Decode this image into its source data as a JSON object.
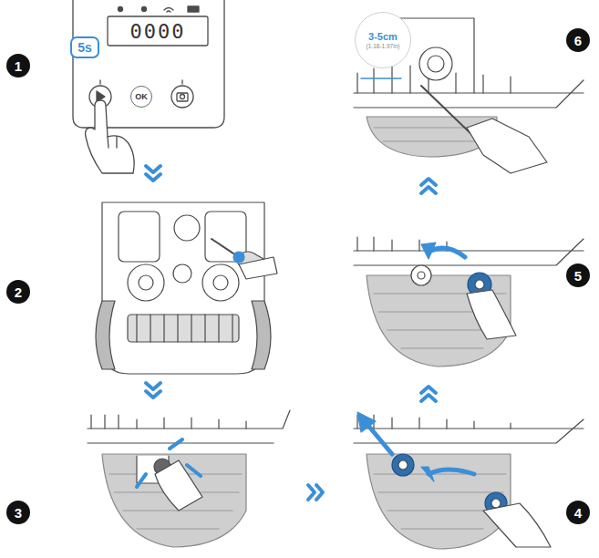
{
  "diagram": {
    "nodes": [
      {
        "text": [
          "1"
        ]
      },
      {
        "text": [
          "5s"
        ]
      },
      {
        "text": [
          "OK"
        ]
      },
      {
        "text": [
          "2"
        ]
      },
      {
        "text": [
          "3"
        ]
      },
      {
        "text": [
          "4"
        ]
      },
      {
        "text": [
          "5"
        ]
      },
      {
        "text": [
          "6"
        ]
      },
      {
        "text": [
          "3-5cm",
          "(1.18-1.97in)"
        ]
      }
    ],
    "labels": [
      "0000"
    ]
  }
}
